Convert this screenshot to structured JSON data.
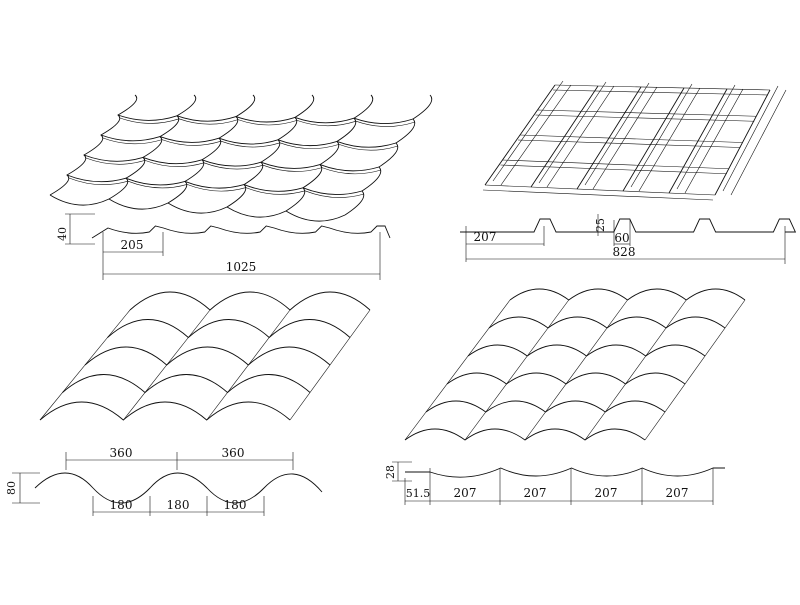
{
  "panels": [
    {
      "id": "panel-1",
      "dimensions": {
        "height": "40",
        "pitch": "205",
        "width": "1025"
      }
    },
    {
      "id": "panel-2",
      "dimensions": {
        "height": "25",
        "pitch": "207",
        "crest": "60",
        "width": "828"
      }
    },
    {
      "id": "panel-3",
      "dimensions": {
        "height": "80",
        "span_a": "360",
        "span_b": "360",
        "seg_a": "180",
        "seg_b": "180",
        "seg_c": "180"
      }
    },
    {
      "id": "panel-4",
      "dimensions": {
        "height": "28",
        "edge": "51.5",
        "pitch_a": "207",
        "pitch_b": "207",
        "pitch_c": "207",
        "pitch_d": "207"
      }
    }
  ]
}
